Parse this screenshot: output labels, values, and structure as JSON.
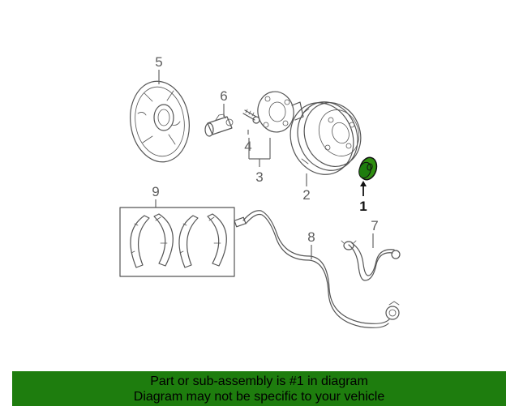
{
  "callouts": {
    "c1": "1",
    "c2": "2",
    "c3": "3",
    "c4": "4",
    "c5": "5",
    "c6": "6",
    "c7": "7",
    "c8": "8",
    "c9": "9"
  },
  "highlight_color": "#1e7d0e",
  "banner": {
    "line1": "Part or sub-assembly is #1 in diagram",
    "line2": "Diagram may not be specific to your vehicle"
  }
}
